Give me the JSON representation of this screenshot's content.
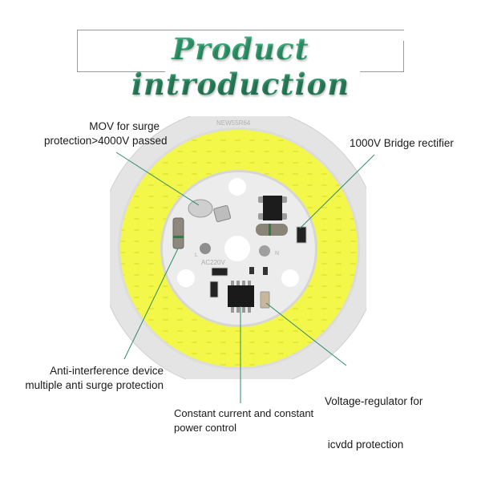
{
  "header": {
    "title": "Product introduction",
    "title_color": "#3fa57a"
  },
  "board": {
    "silkscreen_model": "NEW55R64",
    "silkscreen_input": "AC220V",
    "pad_labels": {
      "line": "L",
      "neutral": "N"
    },
    "led_ring_color": "#f4f83a",
    "pcb_color": "#e6e6e6"
  },
  "callouts": [
    {
      "id": "mov",
      "lines": [
        "MOV for surge",
        "protection>4000V passed"
      ]
    },
    {
      "id": "bridge",
      "lines": [
        "1000V Bridge rectifier"
      ]
    },
    {
      "id": "anti-interference",
      "lines": [
        "Anti-interference device",
        "multiple anti surge protection"
      ]
    },
    {
      "id": "voltage-regulator",
      "lines": [
        "Voltage-regulator for",
        " icvdd protection"
      ]
    },
    {
      "id": "constant-current",
      "lines": [
        "Constant current and constant",
        "power control"
      ]
    }
  ],
  "leader_line_color": "#2f8a6a"
}
